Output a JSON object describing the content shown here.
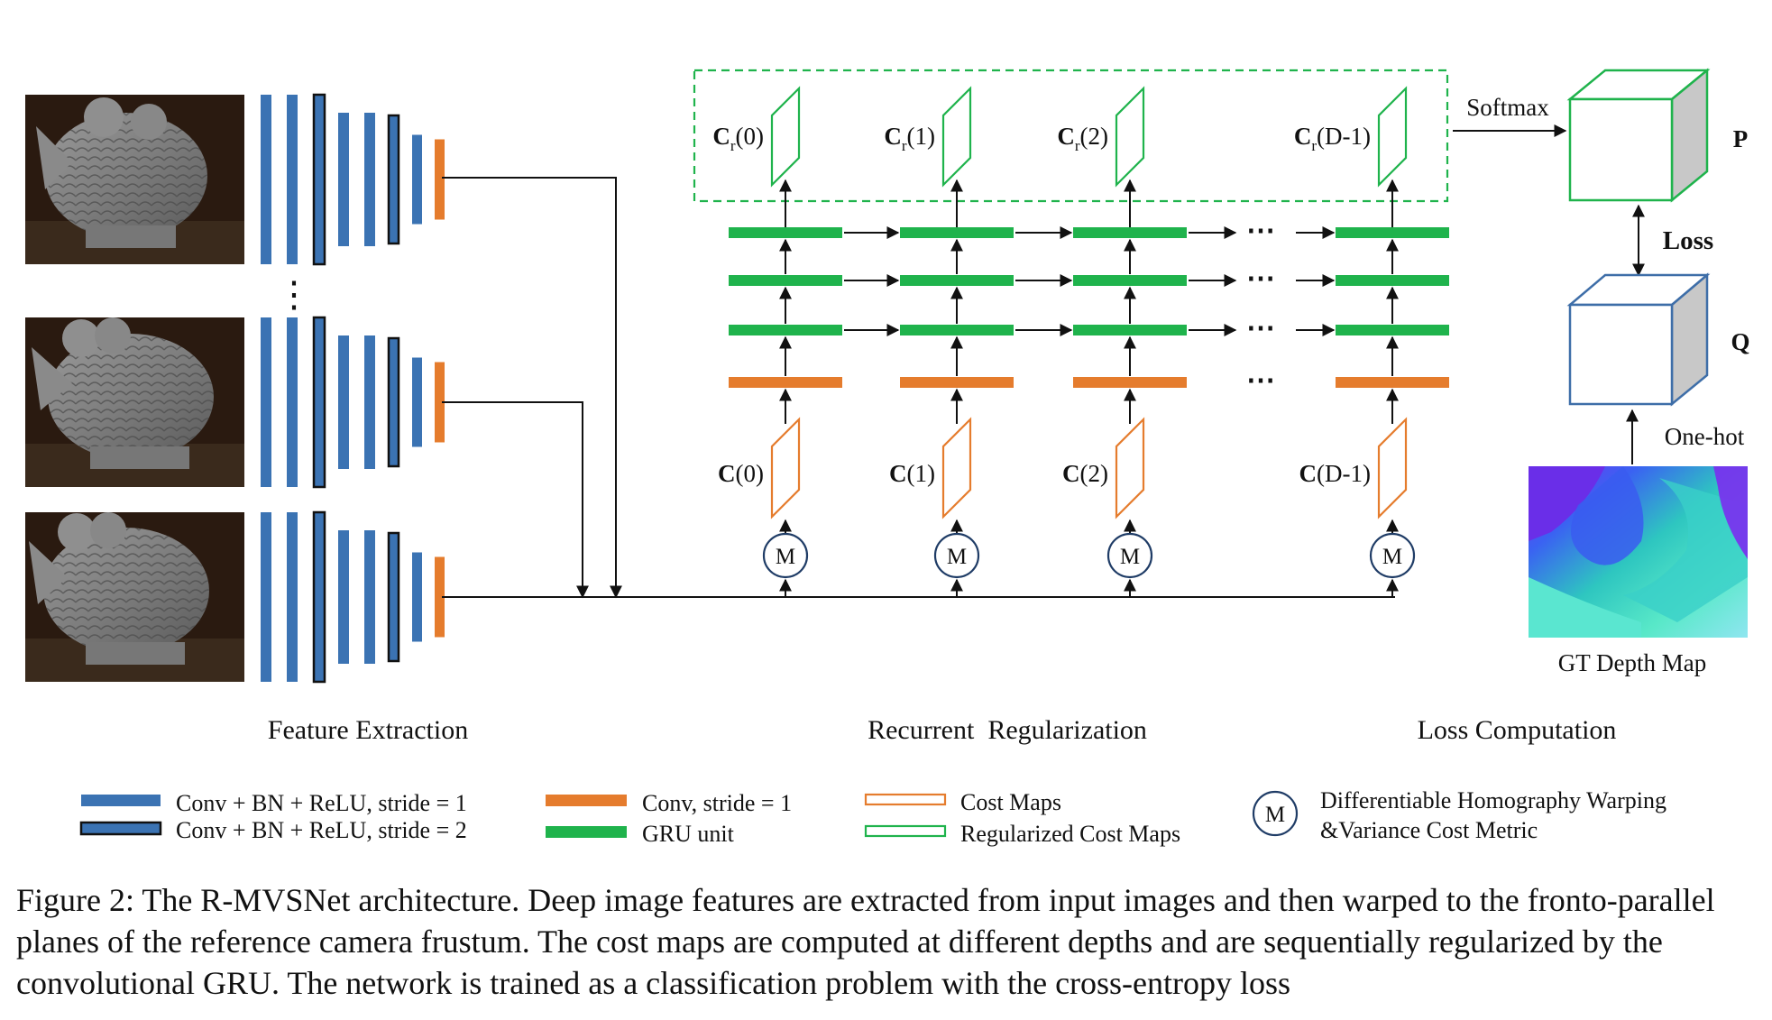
{
  "figure": {
    "section_labels": {
      "feature_extraction": "Feature Extraction",
      "recurrent_regularization": "Recurrent  Regularization",
      "loss_computation": "Loss Computation"
    },
    "cost_maps": [
      {
        "label": "C(0)",
        "depth": "0"
      },
      {
        "label": "C(1)",
        "depth": "1"
      },
      {
        "label": "C(2)",
        "depth": "2"
      },
      {
        "label": "C(D-1)",
        "depth": "D-1"
      }
    ],
    "regularized_maps": [
      {
        "label": "Cr(0)",
        "base": "C",
        "sub": "r",
        "arg": "(0)"
      },
      {
        "label": "Cr(1)",
        "base": "C",
        "sub": "r",
        "arg": "(1)"
      },
      {
        "label": "Cr(2)",
        "base": "C",
        "sub": "r",
        "arg": "(2)"
      },
      {
        "label": "Cr(D-1)",
        "base": "C",
        "sub": "r",
        "arg": "(D-1)"
      }
    ],
    "warp_symbol": "M",
    "ellipsis": "⋯",
    "vertical_ellipsis": "⋮",
    "softmax_label": "Softmax",
    "p_label": "P",
    "q_label": "Q",
    "loss_label": "Loss",
    "one_hot_label": "One-hot",
    "gt_depth_label": "GT Depth Map"
  },
  "legend": {
    "conv_stride1": "Conv + BN + ReLU, stride = 1",
    "conv_stride2": "Conv + BN + ReLU, stride = 2",
    "conv_orange": "Conv, stride = 1",
    "gru_unit": "GRU unit",
    "cost_maps": "Cost Maps",
    "regularized_cost_maps": "Regularized Cost Maps",
    "warp_line1": "Differentiable Homography Warping",
    "warp_line2": "&Variance Cost Metric"
  },
  "caption": "Figure 2: The R-MVSNet architecture. Deep image features are extracted from input images and then warped to the fronto-parallel planes of the reference camera frustum. The cost maps are computed at different depths and are sequentially regularized by the convolutional GRU. The network is trained as a classification problem with the cross-entropy loss",
  "colors": {
    "blue": "#3b73b3",
    "orange": "#e57c2d",
    "green": "#1fb34c",
    "dark": "#111111",
    "navy": "#1f3c66",
    "cube_blue": "#3e6ea8",
    "gray": "#c8c8c8"
  }
}
